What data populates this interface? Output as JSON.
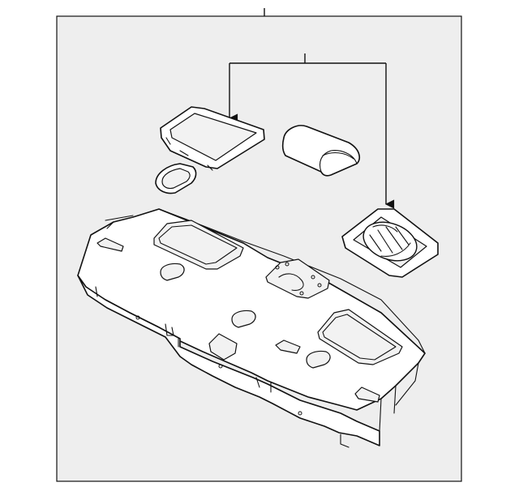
{
  "diagram": {
    "type": "exploded-parts-diagram",
    "background": "#ffffff",
    "frame_fill": "#eeeeee",
    "line_color": "#111111",
    "parts": [
      "package-tray-panel",
      "speaker-grille-left",
      "high-mount-stop-lamp-cover",
      "small-clip-cap",
      "speaker-grille-right"
    ],
    "callouts": [
      {
        "name": "main-callout",
        "points_to": "package-tray-panel"
      },
      {
        "name": "grille-callout",
        "points_to": [
          "speaker-grille-left",
          "speaker-grille-right"
        ]
      }
    ]
  }
}
